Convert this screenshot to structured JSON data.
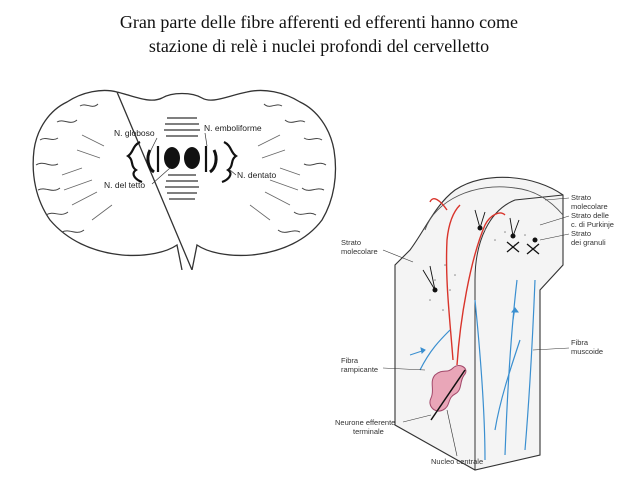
{
  "title": {
    "line1": "Gran parte delle fibre afferenti ed efferenti hanno come",
    "line2": "stazione di relè i nuclei profondi del cervelletto"
  },
  "figure_left": {
    "labels": {
      "globoso": "N. globoso",
      "emboliforme": "N. emboliforme",
      "tetto": "N. del tetto",
      "dentato": "N. dentato"
    }
  },
  "figure_right": {
    "labels": {
      "strato_molecolare_top_1": "Strato",
      "strato_molecolare_top_2": "molecolare",
      "strato_purkinje_1": "Strato delle",
      "strato_purkinje_2": "c. di Purkinje",
      "strato_granuli_1": "Strato",
      "strato_granuli_2": "dei granuli",
      "strato_molecolare_left_1": "Strato",
      "strato_molecolare_left_2": "molecolare",
      "fibra_muscoide_1": "Fibra",
      "fibra_muscoide_2": "muscoide",
      "fibra_rampicante_1": "Fibra",
      "fibra_rampicante_2": "rampicante",
      "neurone_1": "Neurone efferente",
      "neurone_2": "terminale",
      "nucleo_centrale": "Nucleo centrale"
    },
    "colors": {
      "red_fiber": "#d9342b",
      "blue_fiber": "#3a8fd0",
      "nucleus_fill": "#e9a6b8"
    }
  }
}
